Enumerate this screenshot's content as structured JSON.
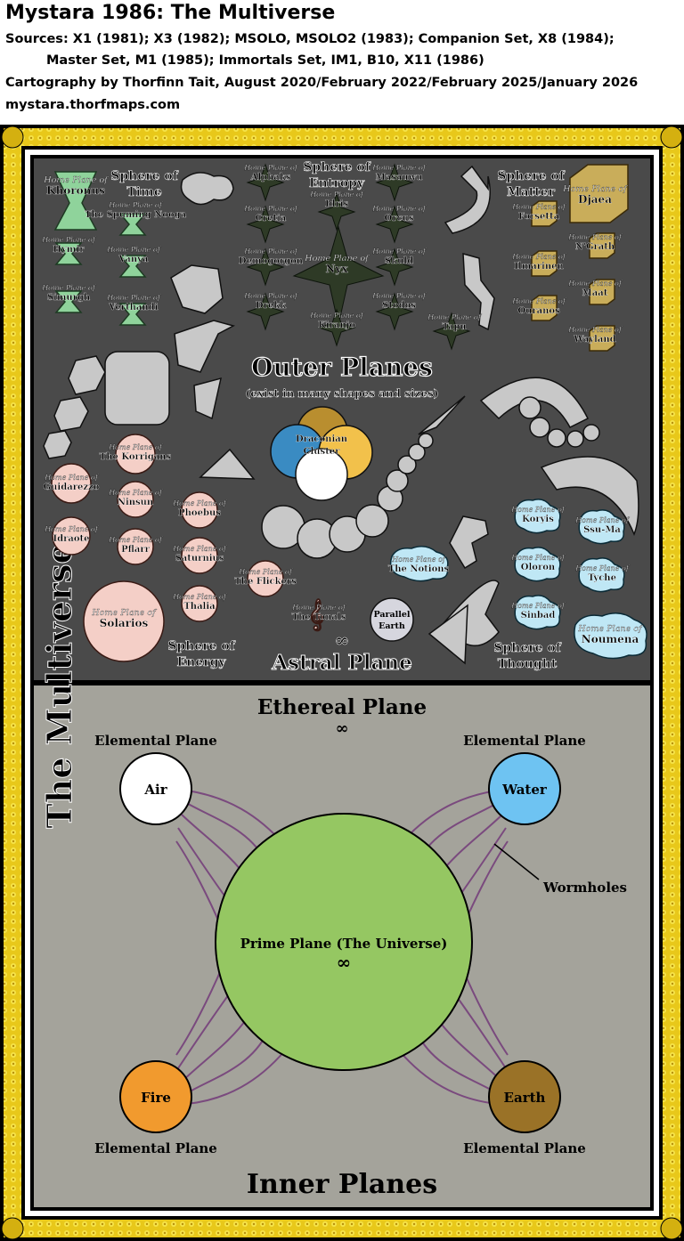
{
  "header": {
    "title": "Mystara 1986: The Multiverse",
    "sources_line1": "Sources: X1 (1981); X3 (1982); MSOLO, MSOLO2 (1983); Companion Set, X8 (1984);",
    "sources_line2": "Master Set, M1 (1985); Immortals Set, IM1, B10, X11 (1986)",
    "cartography": "Cartography by Thorfinn Tait, August 2020/February 2022/February 2025/January 2026",
    "website": "mystara.thorfmaps.com"
  },
  "side_title": "The Multiverse",
  "home_plane_prefix": "Home Plane of",
  "outer": {
    "title": "Outer Planes",
    "subtitle": "(exist in many shapes and sizes)",
    "astral": "Astral Plane",
    "infinity": "∞",
    "spheres": {
      "time": [
        "Sphere of",
        "Time"
      ],
      "entropy": [
        "Sphere of",
        "Entropy"
      ],
      "matter": [
        "Sphere of",
        "Matter"
      ],
      "energy": [
        "Sphere of",
        "Energy"
      ],
      "thought": [
        "Sphere of",
        "Thought"
      ]
    },
    "time_planes": [
      "Khoronus",
      "The Spuming Nooga",
      "Hymir",
      "Vanya",
      "Simurgh",
      "Verthandi"
    ],
    "entropy_planes": [
      "Alphaks",
      "Masauwu",
      "Idris",
      "Cretia",
      "Orcus",
      "Demogorgon",
      "Nyx",
      "Skuld",
      "Drekk",
      "Stodos",
      "Kiranjo",
      "Tapu"
    ],
    "matter_planes": [
      "Djaea",
      "Forsetta",
      "Ilmarinen",
      "N'Grath",
      "Ouranos",
      "Maat",
      "Wayland"
    ],
    "energy_planes": [
      "The Korrigans",
      "Guidarezzo",
      "Ninsun",
      "Phoebus",
      "Idraote",
      "Pflarr",
      "Saturnius",
      "The Flickers",
      "Solarios",
      "Thalia"
    ],
    "thought_planes": [
      "Koryis",
      "Ssu-Ma",
      "Oloron",
      "Tyche",
      "The Notions",
      "Sinbad",
      "Noumena"
    ],
    "tonals": "The Tonals",
    "draconian": [
      "Draconian",
      "Cluster"
    ],
    "parallel_earth": [
      "Parallel",
      "Earth"
    ]
  },
  "inner": {
    "ethereal": "Ethereal Plane",
    "infinity": "∞",
    "elemental_label": "Elemental Plane",
    "air": "Air",
    "water": "Water",
    "fire": "Fire",
    "earth": "Earth",
    "prime": "Prime Plane (The Universe)",
    "wormholes": "Wormholes",
    "title": "Inner Planes"
  },
  "colors": {
    "outer_bg": "#4a4a4a",
    "inner_bg": "#a4a39b",
    "gold": "#f0d21c",
    "prime": "#95c762",
    "water": "#6ec3f2",
    "fire": "#f19a2e",
    "earth": "#9a7227",
    "wormhole": "#7a4a7e",
    "time": "#8fd39b",
    "entropy": "#2e3a26",
    "matter": "#c9ad5a",
    "energy": "#f4cfc7",
    "thought": "#bfe7f5"
  }
}
